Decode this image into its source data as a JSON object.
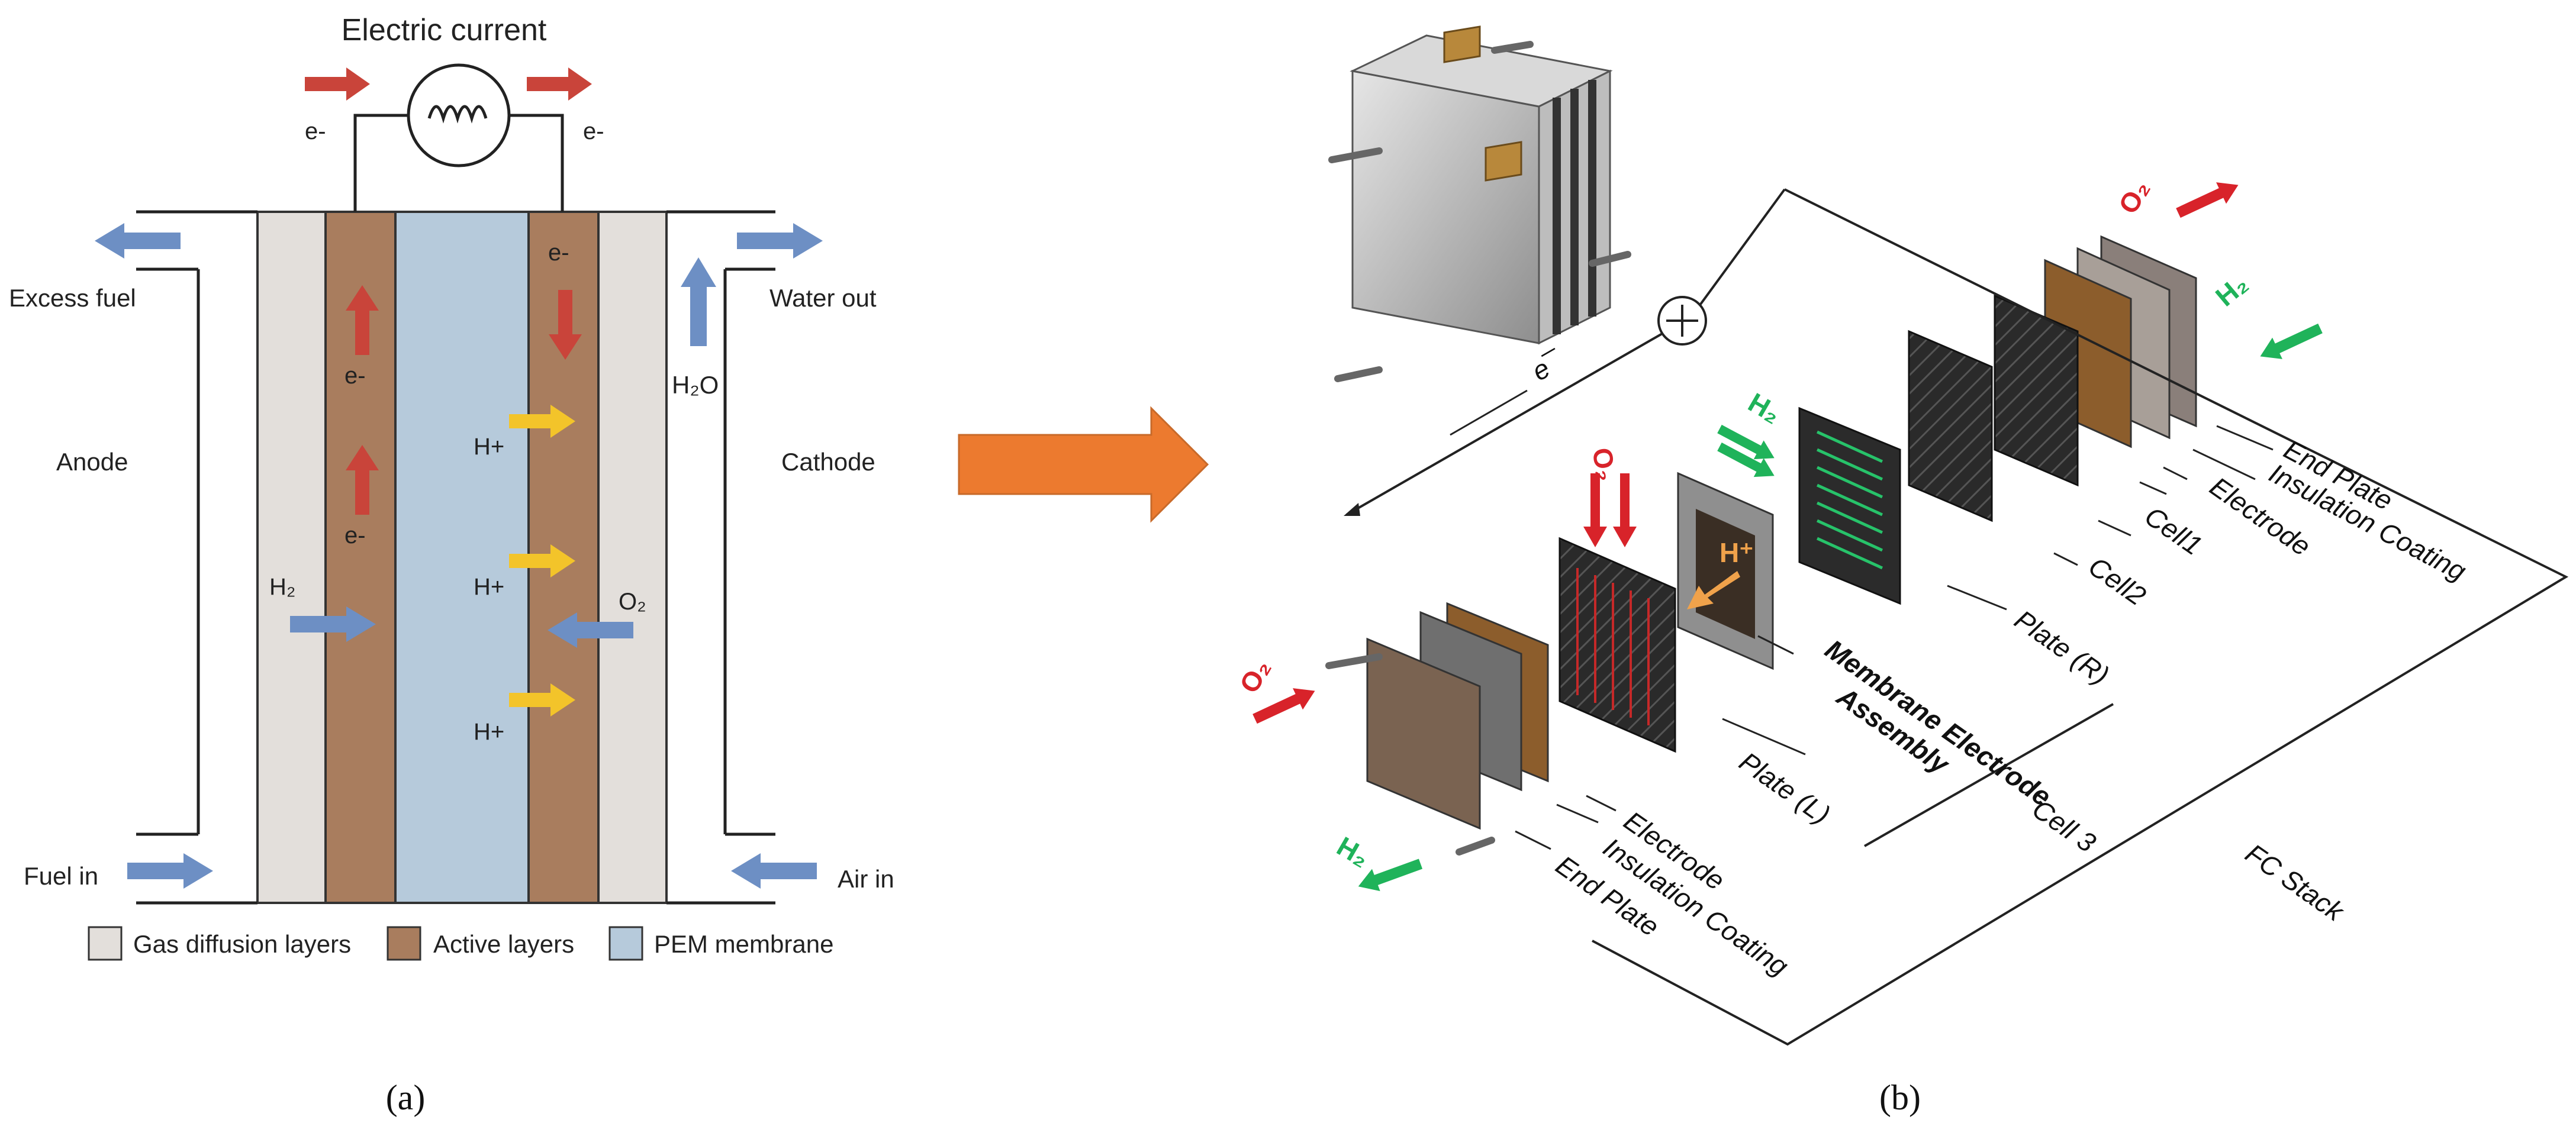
{
  "panel_a": {
    "title": "Electric current",
    "e_left": "e-",
    "e_right": "e-",
    "excess_fuel": "Excess fuel",
    "water_out": "Water out",
    "anode": "Anode",
    "cathode": "Cathode",
    "h2o": "H₂O",
    "h2": "H₂",
    "o2": "O₂",
    "e_anode_1": "e-",
    "e_anode_2": "e-",
    "e_cathode": "e-",
    "h_plus_1": "H+",
    "h_plus_2": "H+",
    "h_plus_3": "H+",
    "fuel_in": "Fuel in",
    "air_in": "Air in",
    "legend": {
      "gdl": "Gas diffusion layers",
      "active": "Active layers",
      "pem": "PEM membrane"
    },
    "caption": "(a)",
    "colors": {
      "gdl": "#e3dfdb",
      "active": "#a97d5e",
      "pem": "#b6cadb",
      "arrow_red": "#c9443a",
      "arrow_blue": "#6d8fc4",
      "arrow_yellow": "#f3c42a"
    }
  },
  "transition_arrow_color": "#ec7a2f",
  "panel_b": {
    "e_label": "e¯",
    "o2": "O₂",
    "h2": "H₂",
    "h_plus": "H⁺",
    "end_plate_top": "End Plate",
    "insulation_coating_top": "Insulation Coating",
    "electrode_top": "Electrode",
    "cell1": "Cell1",
    "cell2": "Cell2",
    "plate_r": "Plate (R)",
    "membrane_electrode": "Membrane Electrode",
    "assembly": "Assembly",
    "plate_l": "Plate (L)",
    "cell3": "Cell 3",
    "fc_stack": "FC Stack",
    "electrode_bottom": "Electrode",
    "insulation_coating_bottom": "Insulation Coating",
    "end_plate_bottom": "End Plate",
    "caption": "(b)",
    "colors": {
      "o2_red": "#d8232a",
      "h2_green": "#1fb35a"
    }
  }
}
